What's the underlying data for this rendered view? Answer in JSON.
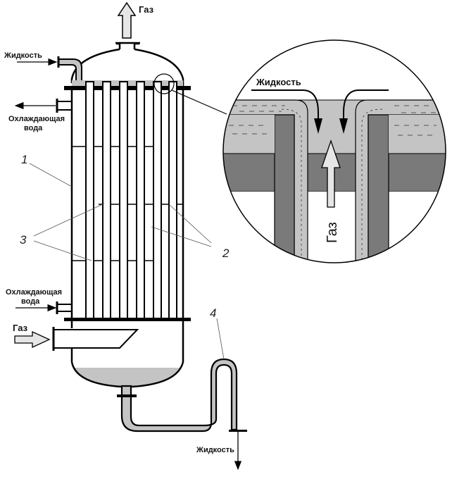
{
  "labels": {
    "gas_out": "Газ",
    "liquid_in": "Жидкость",
    "cooling_water_out": "Охлаждающая вода",
    "cooling_water_in": "Охлаждающая вода",
    "gas_in": "Газ",
    "liquid_out": "Жидкость",
    "detail_liquid": "Жидкость",
    "detail_gas": "Газ"
  },
  "callouts": [
    "1",
    "2",
    "3",
    "4"
  ],
  "colors": {
    "stroke": "#000000",
    "liquid": "#c4c4c4",
    "wall": "#7a7a7a",
    "arrow_fill": "#e6e6e6"
  }
}
